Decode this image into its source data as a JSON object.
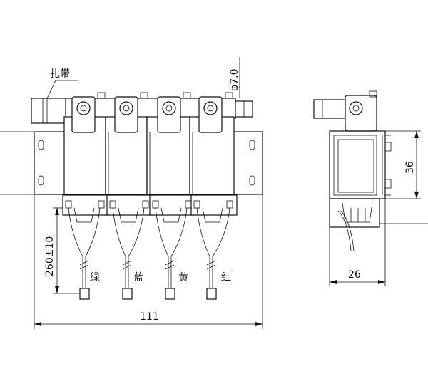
{
  "labels": {
    "zip_tie": "扎带",
    "pipe_diameter": "φ7.0",
    "wire_colors": [
      "绿",
      "蓝",
      "黄",
      "红"
    ]
  },
  "dimensions": {
    "overall_width": "111",
    "lead_length": "260±10",
    "side_height": "36",
    "side_width": "26"
  }
}
